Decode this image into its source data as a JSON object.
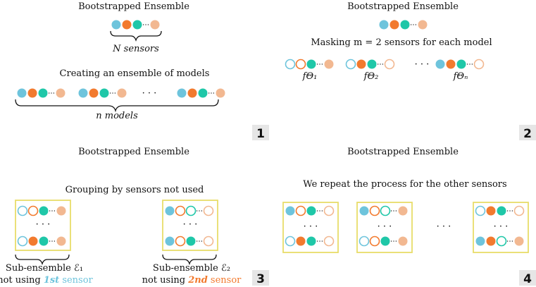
{
  "colors": {
    "blue": "#6ec4dc",
    "orange": "#f27a2e",
    "teal": "#1fc7a8",
    "peach": "#f2b891",
    "box": "#e8dc6a",
    "badge": "#e6e6e6"
  },
  "panel1": {
    "title": "Bootstrapped Ensemble",
    "sensors_label": "N sensors",
    "subtitle": "Creating an ensemble of models",
    "models_label": "n models",
    "badge": "1"
  },
  "panel2": {
    "title": "Bootstrapped Ensemble",
    "subtitle": "Masking m = 2 sensors for each model",
    "model_labels": [
      "fΘ₁",
      "fΘ₂",
      "fΘₙ"
    ],
    "badge": "2"
  },
  "panel3": {
    "title": "Bootstrapped Ensemble",
    "subtitle": "Grouping by sensors not used",
    "group1_title": "Sub-ensemble ℰ₁",
    "group1_prefix": "not using ",
    "group1_ordinal": "1st",
    "group1_suffix": " sensor",
    "group2_title": "Sub-ensemble ℰ₂",
    "group2_prefix": "not using ",
    "group2_ordinal": "2nd",
    "group2_suffix": " sensor",
    "badge": "3"
  },
  "panel4": {
    "title": "Bootstrapped Ensemble",
    "subtitle": "We repeat the process for the other sensors",
    "badge": "4"
  }
}
